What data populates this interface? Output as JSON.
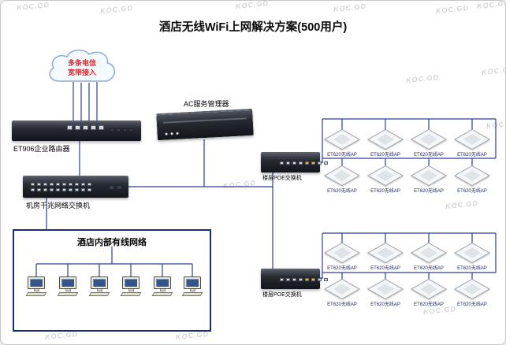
{
  "title": "酒店无线WiFi上网解决方案(500用户)",
  "watermark_text": "KOC.GD",
  "cloud": {
    "line1": "多条电信",
    "line2": "宽带接入"
  },
  "router": {
    "label": "ET906企业路由器"
  },
  "ac_server": {
    "label": "AC服务管理器"
  },
  "core_switch": {
    "label": "机房千兆网络交换机"
  },
  "poe_switch": {
    "label": "楼层POE交换机"
  },
  "ap": {
    "label": "ET620无线AP"
  },
  "wired_network": {
    "label": "酒店内部有线网络"
  }
}
